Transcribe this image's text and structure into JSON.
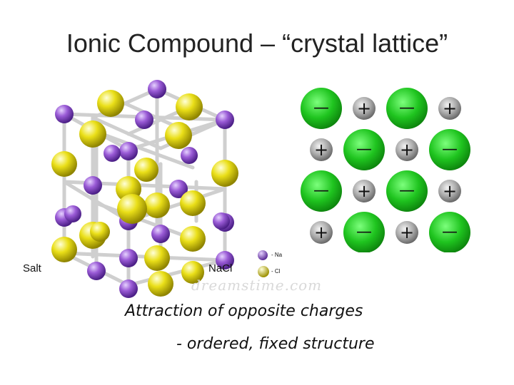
{
  "title": "Ionic Compound – “crystal lattice”",
  "lattice_figure": {
    "left_label": "Salt",
    "formula_label": "NaCl",
    "legend": [
      {
        "label": "- Na",
        "color": "#9a5bd6"
      },
      {
        "label": "- Cl",
        "color": "#e9dc13"
      }
    ],
    "watermark": "dreamstime.com"
  },
  "ion_grid": {
    "rows": [
      [
        "neg",
        "pos",
        "neg",
        "pos"
      ],
      [
        "pos",
        "neg",
        "pos",
        "neg"
      ],
      [
        "neg",
        "pos",
        "neg",
        "pos"
      ],
      [
        "pos",
        "neg",
        "pos",
        "neg"
      ]
    ],
    "anion_symbol": "—",
    "cation_symbol": "+",
    "anion_color": "#1fc41f",
    "cation_color": "#a8a8a8"
  },
  "caption": {
    "line1": "Attraction of opposite charges",
    "line2": "- ordered, fixed structure"
  }
}
